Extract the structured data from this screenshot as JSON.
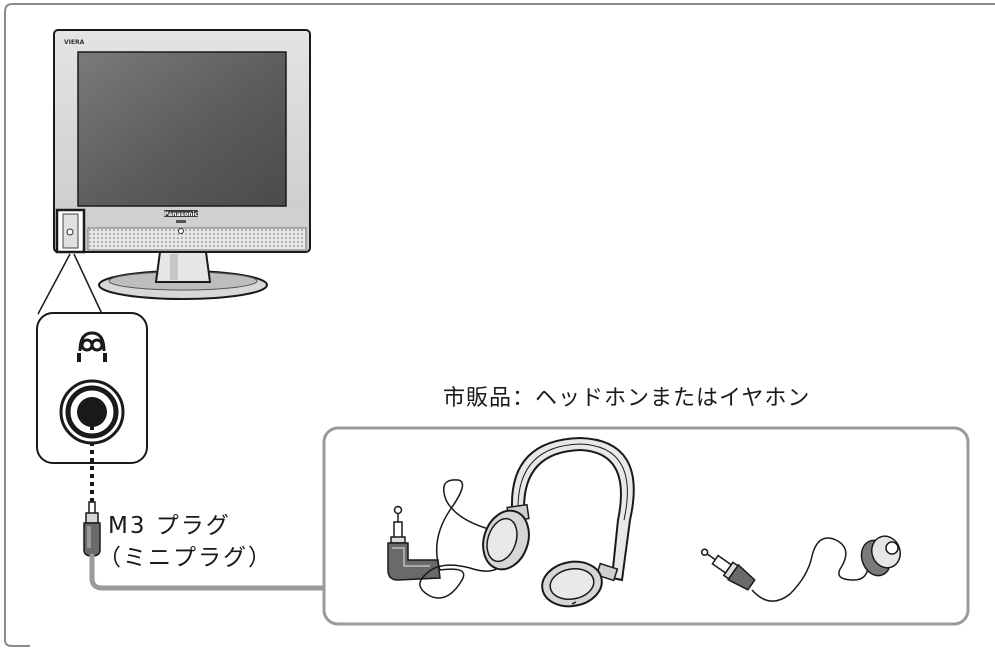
{
  "retail_label": "市販品：ヘッドホンまたはイヤホン",
  "plug_label_line1": "M3 プラグ",
  "plug_label_line2": "（ミニプラグ）",
  "brand_text": "Panasonic",
  "model_badge": "VIERA",
  "colors": {
    "outline": "#1a1a1a",
    "frame_gray": "#8a8a8a",
    "cable_gray": "#9a9a9a",
    "screen_dark": "#5e5e5e",
    "bezel": "#d6d6d6"
  }
}
